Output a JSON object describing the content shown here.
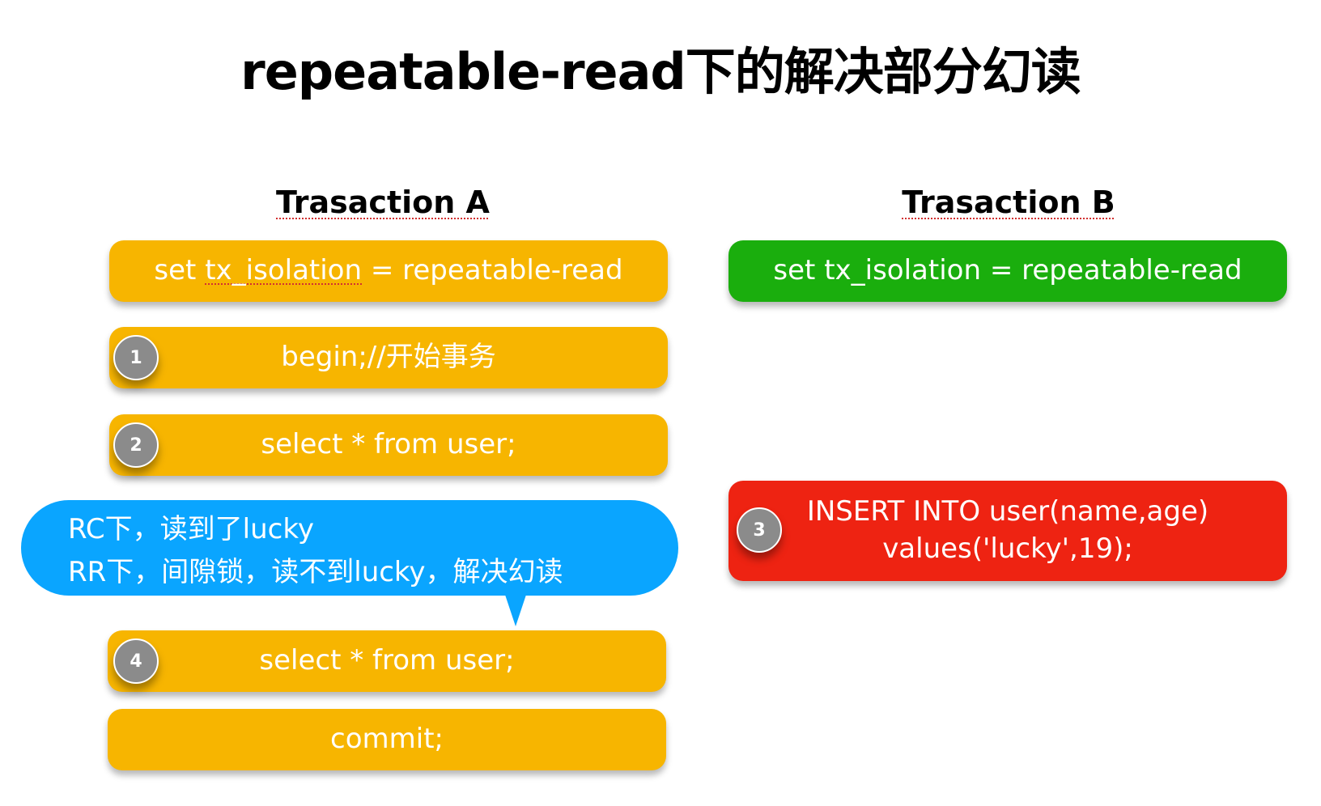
{
  "title": "repeatable-read下的解决部分幻读",
  "columns": {
    "a": {
      "title": "Trasaction A"
    },
    "b": {
      "title": "Trasaction B"
    }
  },
  "transaction_a": {
    "set_isolation_prefix": "set ",
    "set_isolation_var": "tx_isolation",
    "set_isolation_suffix": " = repeatable-read",
    "begin": "begin;//开始事务",
    "select1": "select * from user;",
    "select2": "select * from user;",
    "commit": "commit;"
  },
  "transaction_b": {
    "set_isolation": "set tx_isolation = repeatable-read",
    "insert_line1": "INSERT INTO user(name,age)",
    "insert_line2": "values('lucky',19);"
  },
  "steps": {
    "s1": "1",
    "s2": "2",
    "s3": "3",
    "s4": "4"
  },
  "callout": {
    "line1": "RC下，读到了lucky",
    "line2": "RR下，间隙锁，读不到lucky，解决幻读"
  },
  "colors": {
    "transaction_a": "#f7b500",
    "transaction_b_setup": "#1aae0d",
    "transaction_b_insert": "#ee2312",
    "callout": "#0aa5ff",
    "step_badge": "#8b8b8b"
  }
}
